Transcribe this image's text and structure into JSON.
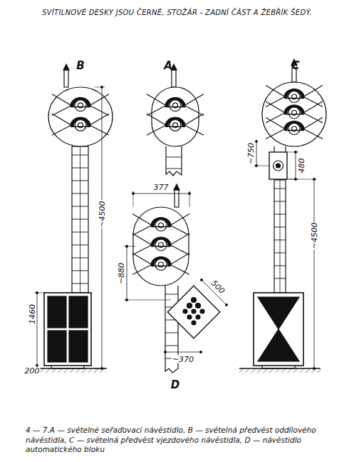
{
  "diagram": {
    "title": "SVÍTILNOVÉ DESKY JSOU ČERNÉ, STOŽÁR - ZADNÍ ČÁST A ŽEBŘÍK ŠEDÝ.",
    "caption": "4 — 7.A — světelné seřaďovací návěstidlo, B — světelná předvěst oddílového návěstidla, C — světelná předvěst vjezdového návěstidla, D — návěstidlo automatického bloku",
    "labels": [
      "B",
      "A",
      "C",
      "D",
      "377",
      "~4500",
      "1460",
      "200",
      "~750",
      "480",
      "~4500",
      "~880",
      "500",
      "~370"
    ]
  }
}
